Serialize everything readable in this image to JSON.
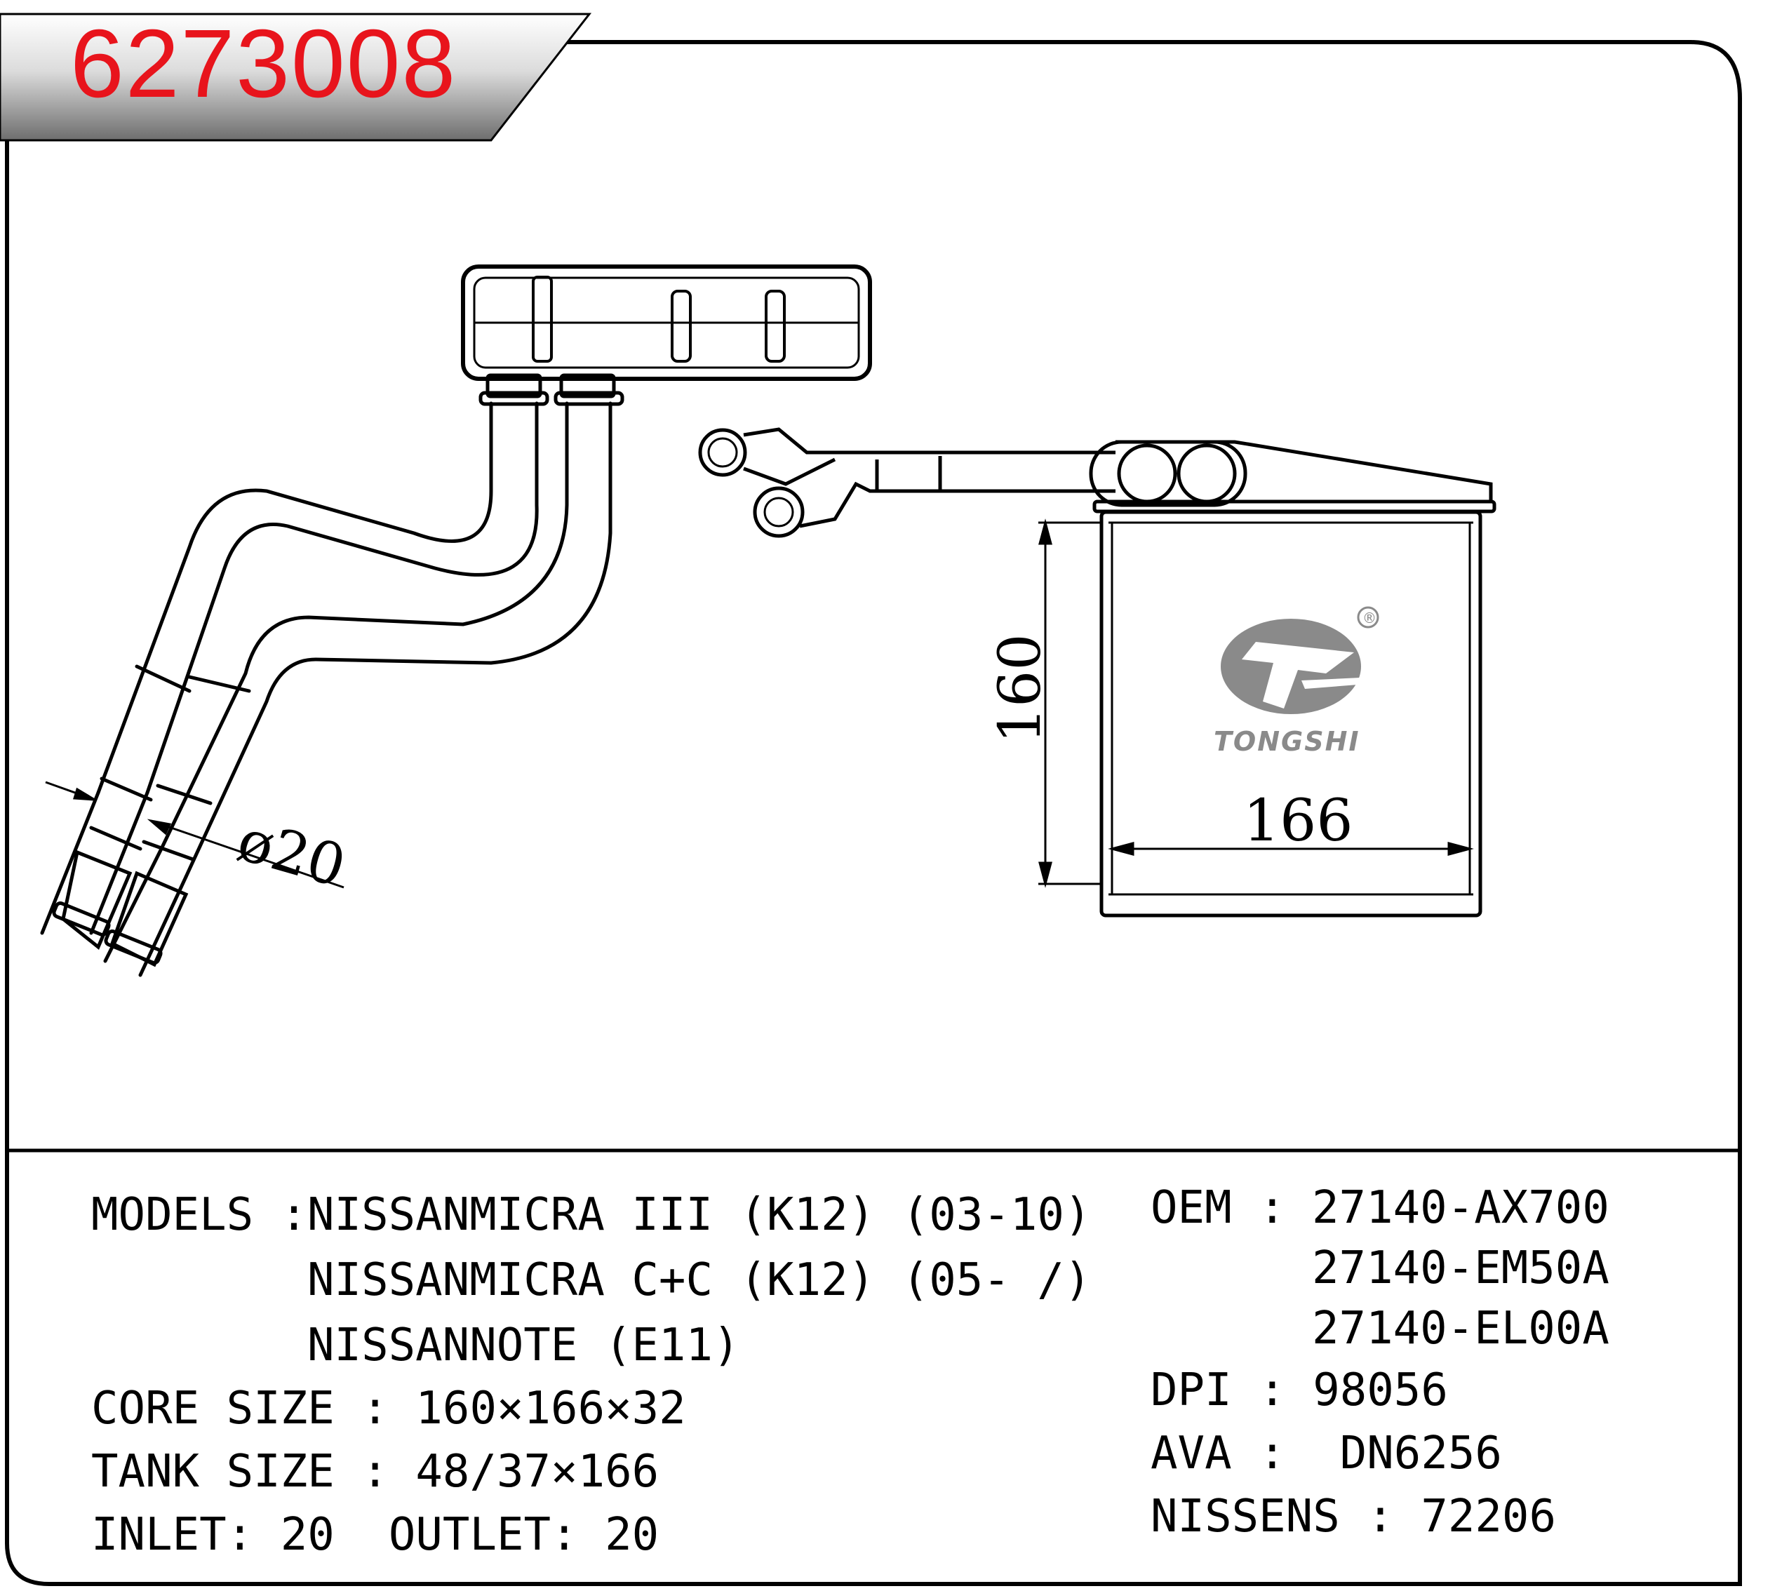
{
  "part_number": "6273008",
  "brand": "TONGSHI",
  "registered_mark": "®",
  "dimensions": {
    "height": "160",
    "width": "166",
    "pipe_diameter": "ø20"
  },
  "specs": {
    "models_label": "MODELS :",
    "models": [
      "NISSANMICRA III (K12) (03-10)",
      "NISSANMICRA C+C (K12) (05- /)",
      "NISSANNOTE (E11)"
    ],
    "core_size": "CORE SIZE : 160×166×32",
    "tank_size": "TANK SIZE : 48/37×166",
    "inlet_outlet": "INLET: 20  OUTLET: 20"
  },
  "refs": {
    "oem_label": "OEM : ",
    "oem": [
      "27140-AX700",
      "27140-EM50A",
      "27140-EL00A"
    ],
    "dpi": "DPI : 98056",
    "ava": "AVA :  DN6256",
    "nissens": "NISSENS : 72206"
  },
  "colors": {
    "accent_red": "#e8141c",
    "line": "#000000",
    "logo_gray": "#8a8a8a"
  }
}
